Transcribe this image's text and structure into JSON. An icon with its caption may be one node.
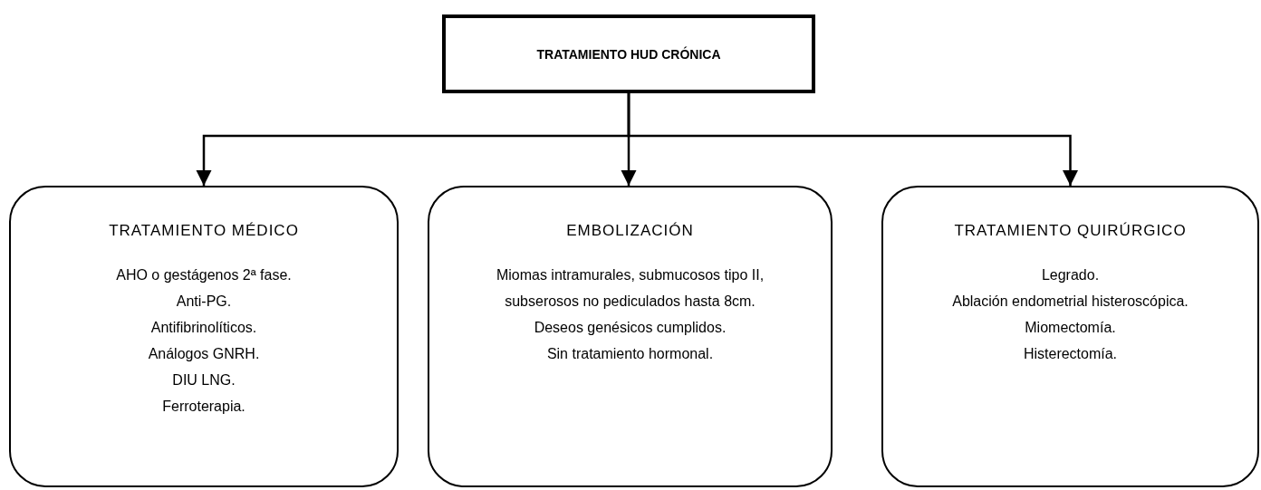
{
  "diagram": {
    "nodes": [
      {
        "text": [
          "TRATAMIENTO HUD CRÓNICA"
        ]
      },
      {
        "text": [
          "TRATAMIENTO MÉDICO",
          "AHO o gestágenos 2ª fase.",
          "Anti-PG.",
          "Antifibrinolíticos.",
          "Análogos GNRH.",
          "DIU LNG.",
          "Ferroterapia."
        ]
      },
      {
        "text": [
          "EMBOLIZACIÓN",
          "Miomas intramurales, submucosos tipo II, subserosos no pediculados hasta 8cm.",
          "Deseos genésicos cumplidos.",
          "Sin tratamiento hormonal."
        ]
      },
      {
        "text": [
          "TRATAMIENTO QUIRÚRGICO",
          "Legrado.",
          "Ablación endometrial histeroscópica.",
          "Miomectomía.",
          "Histerectomía."
        ]
      }
    ],
    "edges": [
      {
        "from": 0,
        "to": 1,
        "arrow": "to"
      },
      {
        "from": 0,
        "to": 2,
        "arrow": "to"
      },
      {
        "from": 0,
        "to": 3,
        "arrow": "to"
      }
    ]
  }
}
